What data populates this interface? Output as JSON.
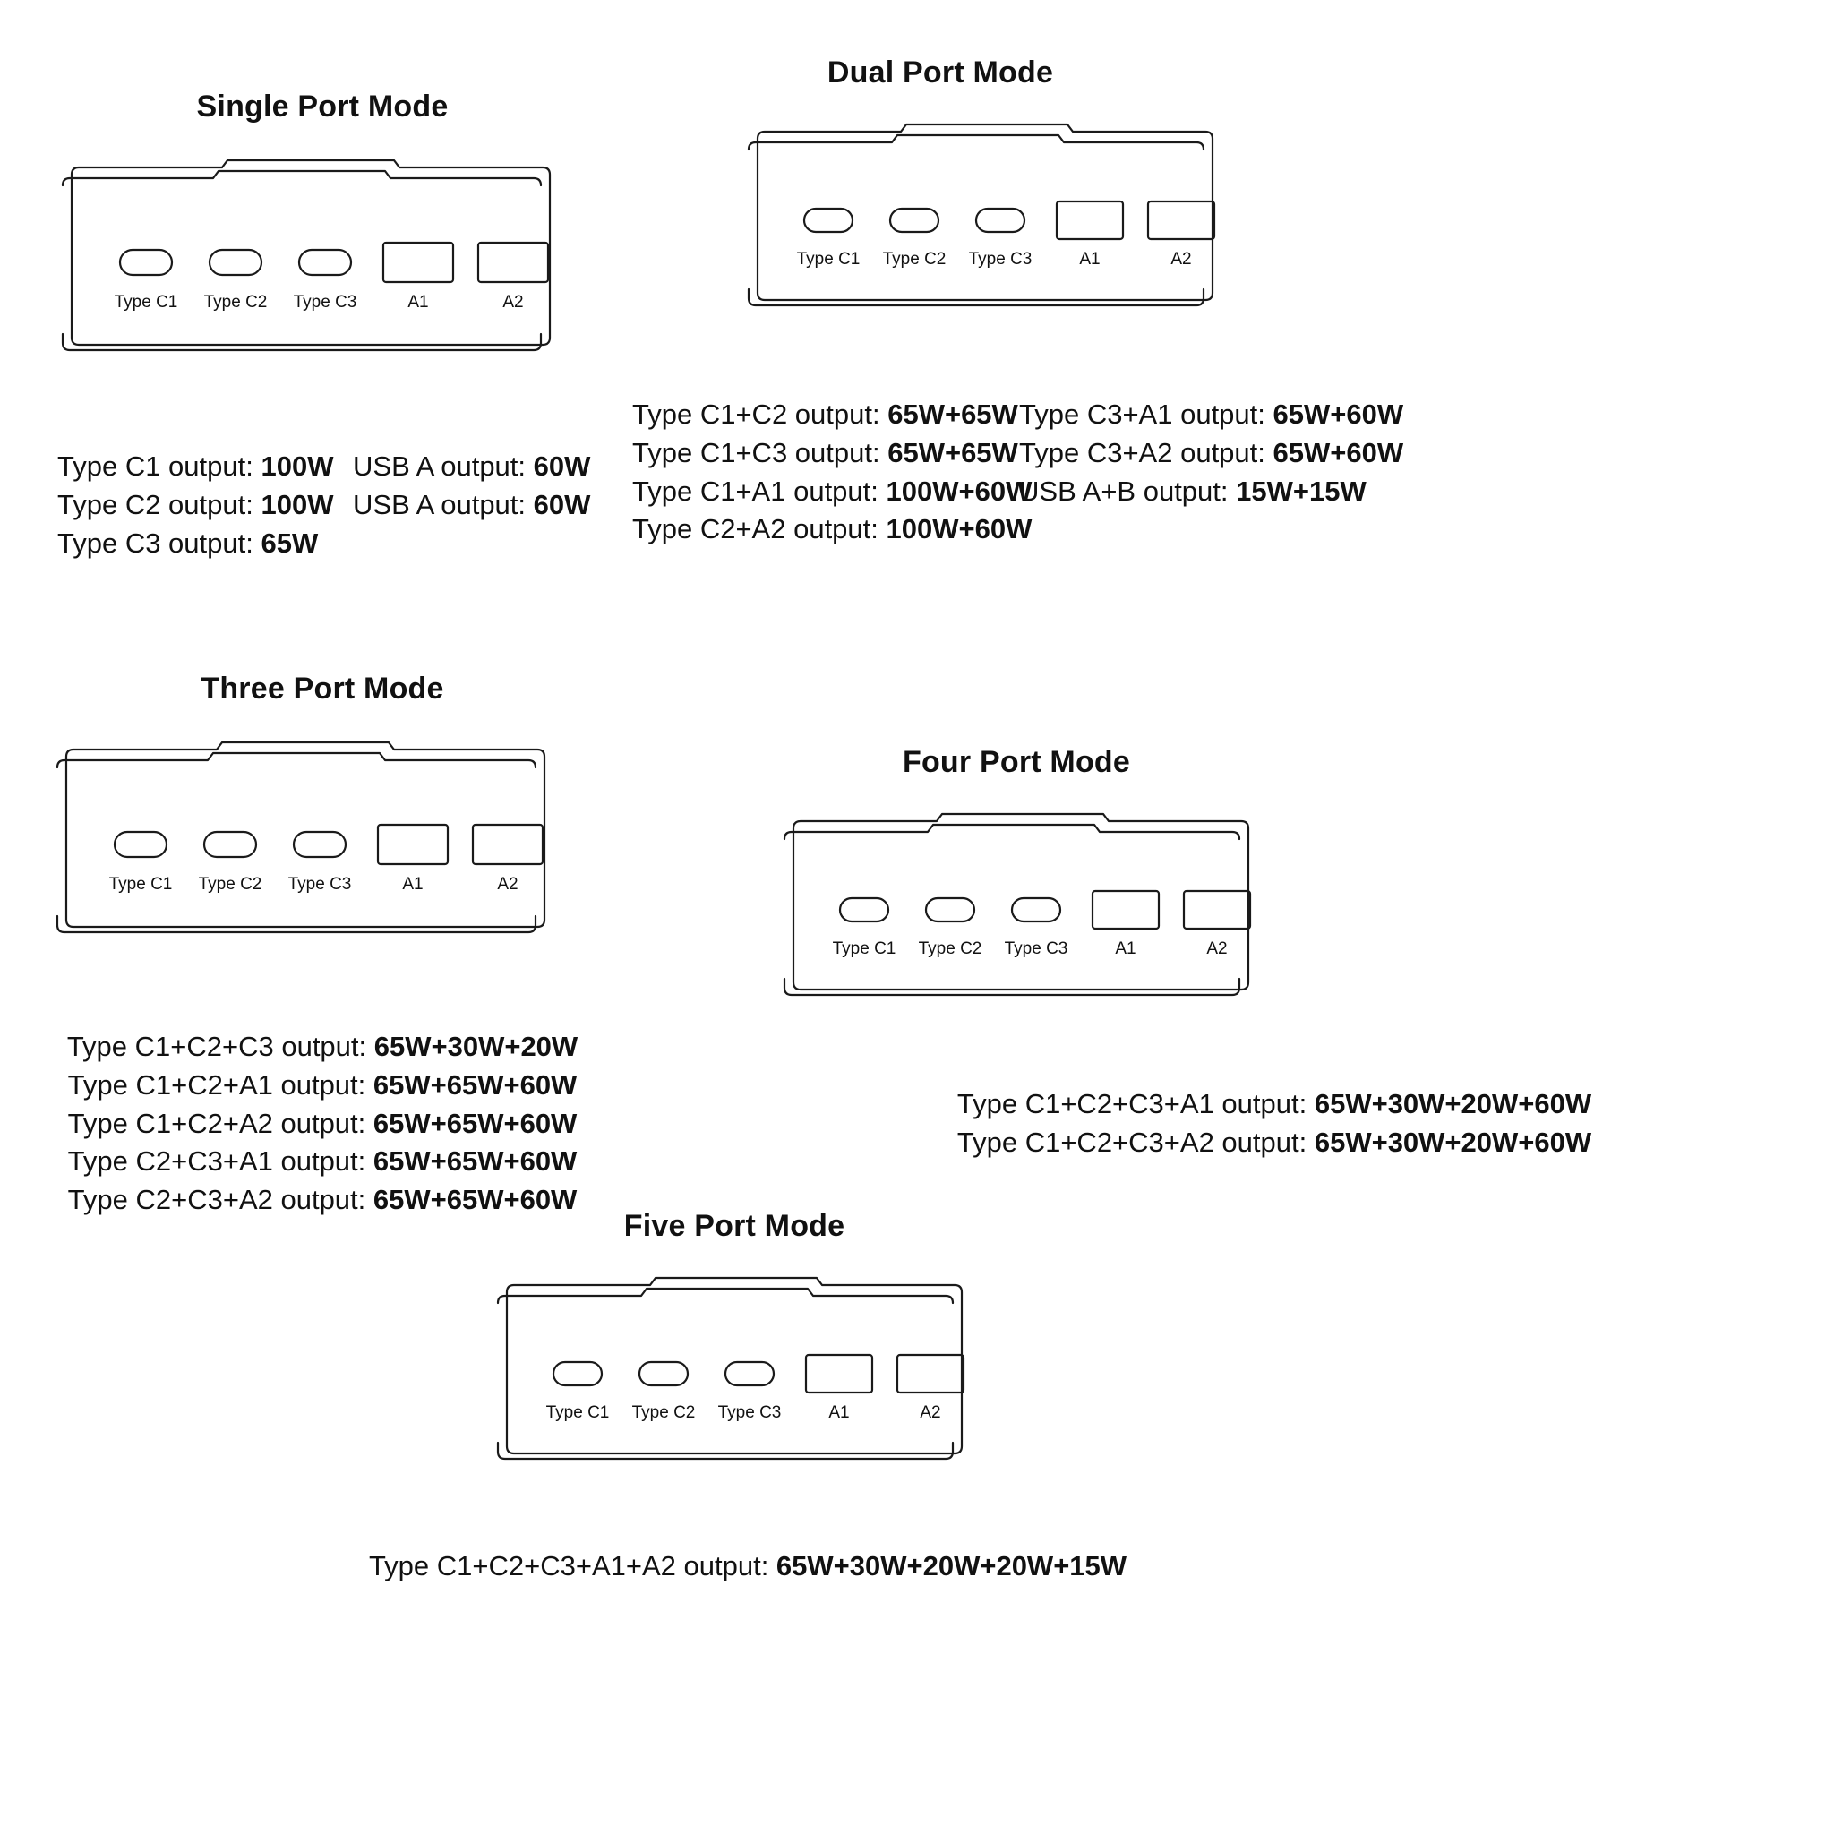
{
  "device": {
    "port_labels": [
      "Type C1",
      "Type C2",
      "Type C3",
      "A1",
      "A2"
    ],
    "stroke_color": "#1a1a1a"
  },
  "sections": [
    {
      "id": "single-port-mode",
      "title": "Single Port Mode",
      "specs_left": [
        {
          "label": "Type C1 output: ",
          "value": "100W"
        },
        {
          "label": "Type C2 output: ",
          "value": "100W"
        },
        {
          "label": "Type C3 output: ",
          "value": "65W"
        }
      ],
      "specs_right": [
        {
          "label": "USB A output: ",
          "value": "60W"
        },
        {
          "label": "USB A output: ",
          "value": "60W"
        }
      ]
    },
    {
      "id": "dual-port-mode",
      "title": "Dual Port Mode",
      "specs_left": [
        {
          "label": "Type C1+C2 output: ",
          "value": "65W+65W"
        },
        {
          "label": "Type C1+C3 output: ",
          "value": "65W+65W"
        },
        {
          "label": "Type C1+A1 output: ",
          "value": "100W+60W"
        },
        {
          "label": "Type C2+A2 output: ",
          "value": "100W+60W"
        }
      ],
      "specs_right": [
        {
          "label": "Type C3+A1 output: ",
          "value": "65W+60W"
        },
        {
          "label": "Type C3+A2 output: ",
          "value": "65W+60W"
        },
        {
          "label": "USB A+B output: ",
          "value": "15W+15W"
        }
      ]
    },
    {
      "id": "three-port-mode",
      "title": "Three Port Mode",
      "specs_left": [
        {
          "label": "Type C1+C2+C3 output: ",
          "value": "65W+30W+20W"
        },
        {
          "label": "Type C1+C2+A1 output: ",
          "value": "65W+65W+60W"
        },
        {
          "label": "Type C1+C2+A2 output: ",
          "value": "65W+65W+60W"
        },
        {
          "label": "Type C2+C3+A1 output: ",
          "value": "65W+65W+60W"
        },
        {
          "label": "Type C2+C3+A2 output: ",
          "value": "65W+65W+60W"
        }
      ],
      "specs_right": []
    },
    {
      "id": "four-port-mode",
      "title": "Four Port Mode",
      "specs_left": [
        {
          "label": "Type C1+C2+C3+A1 output: ",
          "value": "65W+30W+20W+60W"
        },
        {
          "label": "Type C1+C2+C3+A2 output: ",
          "value": "65W+30W+20W+60W"
        }
      ],
      "specs_right": []
    },
    {
      "id": "five-port-mode",
      "title": "Five Port Mode",
      "specs_left": [
        {
          "label": "Type C1+C2+C3+A1+A2 output: ",
          "value": "65W+30W+20W+20W+15W"
        }
      ],
      "specs_right": []
    }
  ]
}
